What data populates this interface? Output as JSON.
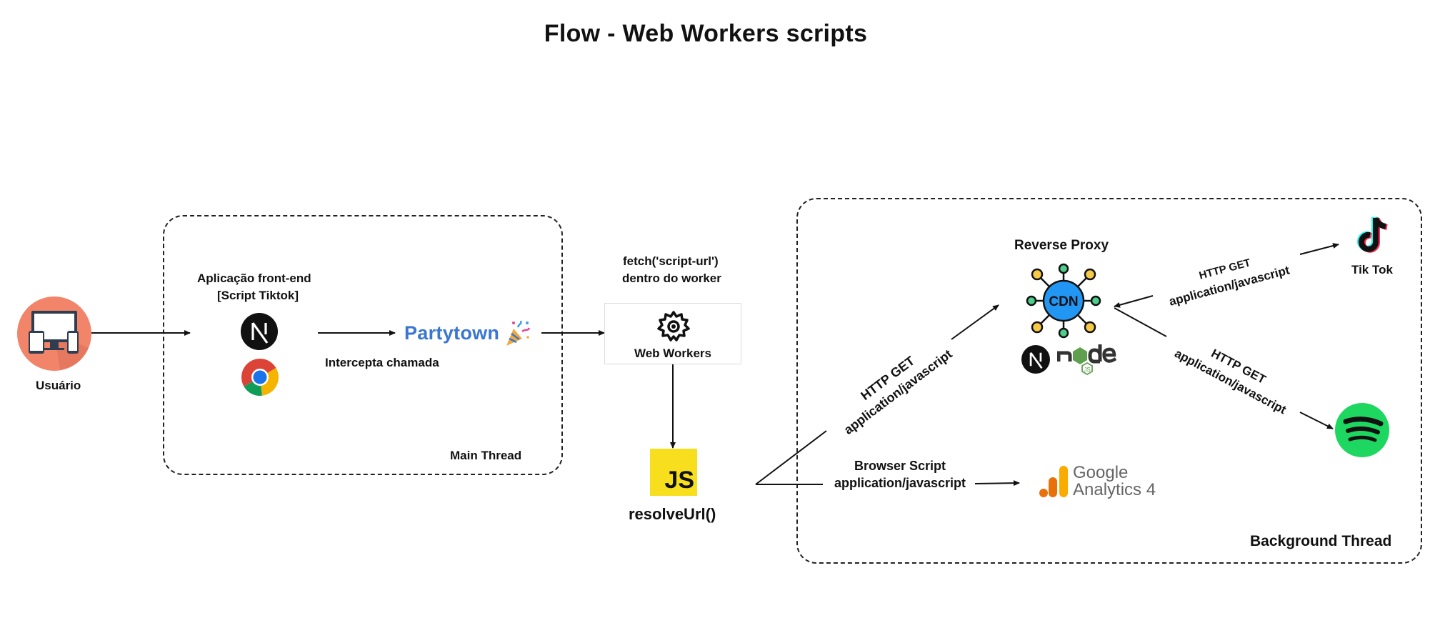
{
  "title": "Flow - Web Workers scripts",
  "nodes": {
    "user": {
      "label": "Usuário",
      "icon": "devices-icon",
      "color": "#f2846a"
    },
    "frontend": {
      "label_line1": "Aplicação front-end",
      "label_line2": "[Script Tiktok]",
      "icons": [
        "nextjs-icon",
        "chrome-icon"
      ]
    },
    "partytown": {
      "label": "Partytown",
      "icon": "party-popper-icon",
      "color": "#3a76d2",
      "caption": "Intercepta chamada"
    },
    "web_workers": {
      "label": "Web Workers",
      "icon": "gear-icon",
      "caption_line1": "fetch('script-url')",
      "caption_line2": "dentro do worker"
    },
    "js": {
      "badge": "JS",
      "label": "resolveUrl()",
      "color": "#f7df1e"
    },
    "reverse_proxy": {
      "label": "Reverse Proxy",
      "cdn_text": "CDN",
      "icons": [
        "nextjs-icon",
        "nodejs-icon"
      ],
      "cdn_color": "#2196f3"
    },
    "tiktok": {
      "label": "Tik Tok",
      "icon": "tiktok-icon"
    },
    "spotify": {
      "icon": "spotify-icon",
      "color": "#1ed760"
    },
    "google_analytics": {
      "line1": "Google",
      "line2": "Analytics 4",
      "icon": "google-analytics-icon"
    }
  },
  "groups": {
    "main_thread": {
      "label": "Main Thread"
    },
    "background_thread": {
      "label": "Background Thread"
    }
  },
  "edges": {
    "to_proxy": {
      "line1": "HTTP GET",
      "line2": "application/javascript"
    },
    "to_tiktok": {
      "line1": "HTTP GET",
      "line2": "application/javascript"
    },
    "to_spotify": {
      "line1": "HTTP GET",
      "line2": "application/javascript"
    },
    "to_ga": {
      "line1": "Browser Script",
      "line2": "application/javascript"
    }
  }
}
